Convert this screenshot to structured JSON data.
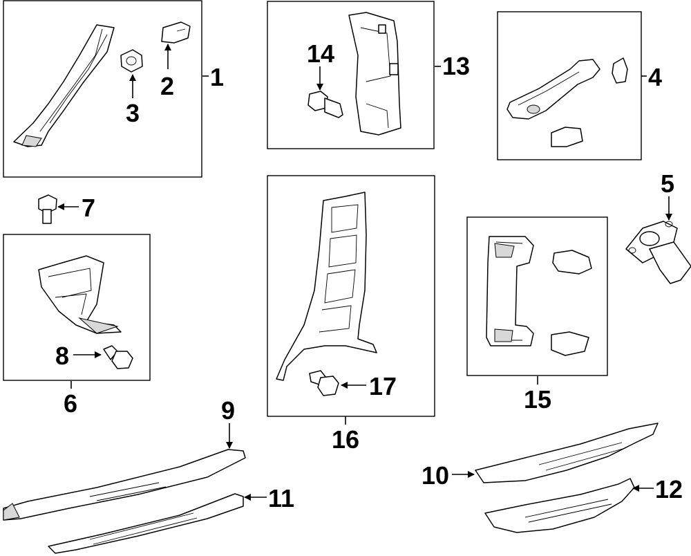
{
  "callouts": {
    "c1": "1",
    "c2": "2",
    "c3": "3",
    "c4": "4",
    "c5": "5",
    "c6": "6",
    "c7": "7",
    "c8": "8",
    "c9": "9",
    "c10": "10",
    "c11": "11",
    "c12": "12",
    "c13": "13",
    "c14": "14",
    "c15": "15",
    "c16": "16",
    "c17": "17"
  },
  "colors": {
    "line": "#000000",
    "background": "#ffffff",
    "shade": "#d8d8d8"
  }
}
